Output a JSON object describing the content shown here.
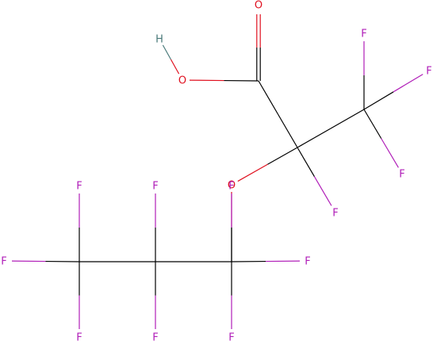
{
  "molecule": {
    "colors": {
      "bond": "#000000",
      "oxygen": "#e0101f",
      "fluorine": "#b01eb8",
      "hydrogen": "#4a7a7a"
    },
    "atoms": [
      {
        "id": "o-carbonyl",
        "label": "O",
        "element": "oxygen"
      },
      {
        "id": "h-hydroxyl",
        "label": "H",
        "element": "hydrogen"
      },
      {
        "id": "o-hydroxyl",
        "label": "O",
        "element": "oxygen"
      },
      {
        "id": "o-ether",
        "label": "O",
        "element": "oxygen"
      },
      {
        "id": "f-cf3-top",
        "label": "F",
        "element": "fluorine"
      },
      {
        "id": "f-cf3-right",
        "label": "F",
        "element": "fluorine"
      },
      {
        "id": "f-cf3-bottom",
        "label": "F",
        "element": "fluorine"
      },
      {
        "id": "f-alpha",
        "label": "F",
        "element": "fluorine"
      },
      {
        "id": "f-c1-top",
        "label": "F",
        "element": "fluorine"
      },
      {
        "id": "f-c2-top",
        "label": "F",
        "element": "fluorine"
      },
      {
        "id": "f-c3-top",
        "label": "F",
        "element": "fluorine"
      },
      {
        "id": "f-c1-left",
        "label": "F",
        "element": "fluorine"
      },
      {
        "id": "f-c3-right",
        "label": "F",
        "element": "fluorine"
      },
      {
        "id": "f-c1-bottom",
        "label": "F",
        "element": "fluorine"
      },
      {
        "id": "f-c2-bottom",
        "label": "F",
        "element": "fluorine"
      },
      {
        "id": "f-c3-bottom",
        "label": "F",
        "element": "fluorine"
      }
    ]
  }
}
